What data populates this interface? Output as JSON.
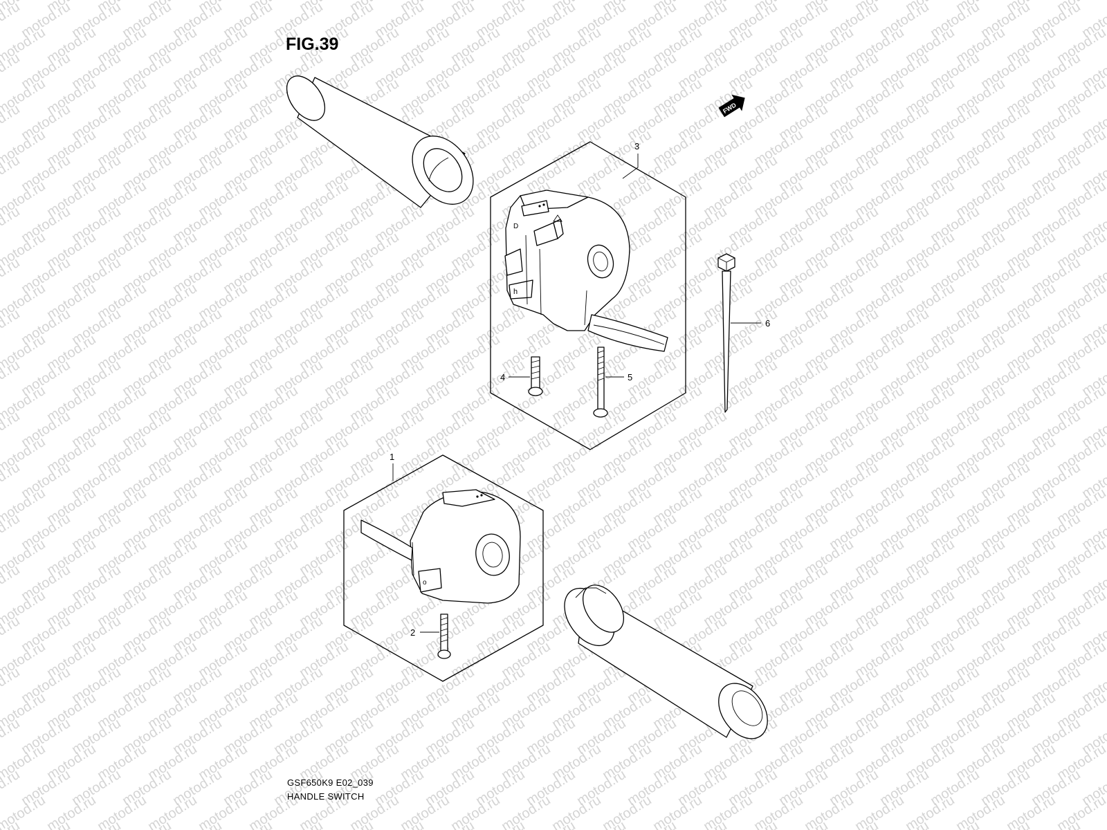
{
  "figure": {
    "title": "FIG.39"
  },
  "watermark": {
    "text": "motod.ru"
  },
  "fwd_label": "FWD",
  "callouts": [
    {
      "id": "1",
      "label": "1"
    },
    {
      "id": "2",
      "label": "2"
    },
    {
      "id": "3",
      "label": "3"
    },
    {
      "id": "4",
      "label": "4"
    },
    {
      "id": "5",
      "label": "5"
    },
    {
      "id": "6",
      "label": "6"
    }
  ],
  "footer": {
    "code": "GSF650K9 E02_039",
    "name": "HANDLE SWITCH"
  }
}
